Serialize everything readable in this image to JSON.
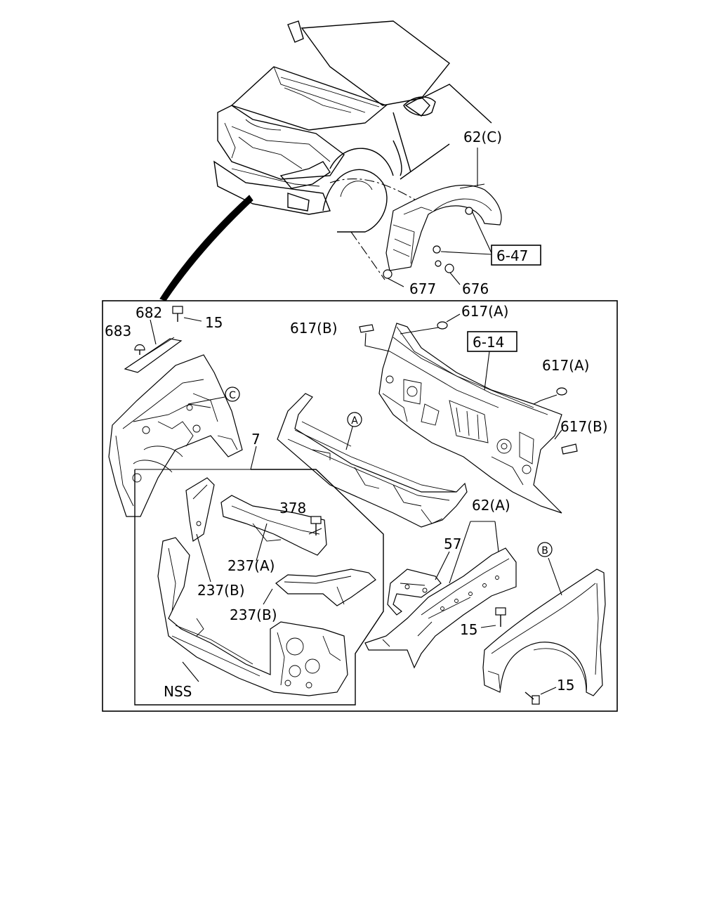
{
  "callouts": {
    "c62c": "62(C)",
    "c647": "6-47",
    "c677": "677",
    "c676": "676",
    "c682": "682",
    "c15_top": "15",
    "c683": "683",
    "c617b_top": "617(B)",
    "c617a_top": "617(A)",
    "c614": "6-14",
    "c617a_right": "617(A)",
    "c617b_right": "617(B)",
    "c7": "7",
    "c378": "378",
    "c237a": "237(A)",
    "c237b_left": "237(B)",
    "c237b_right": "237(B)",
    "c62a": "62(A)",
    "c57": "57",
    "c15_mid": "15",
    "c15_bottom": "15",
    "cnss": "NSS"
  },
  "markers": {
    "mA": "A",
    "mB": "B",
    "mC": "C"
  }
}
